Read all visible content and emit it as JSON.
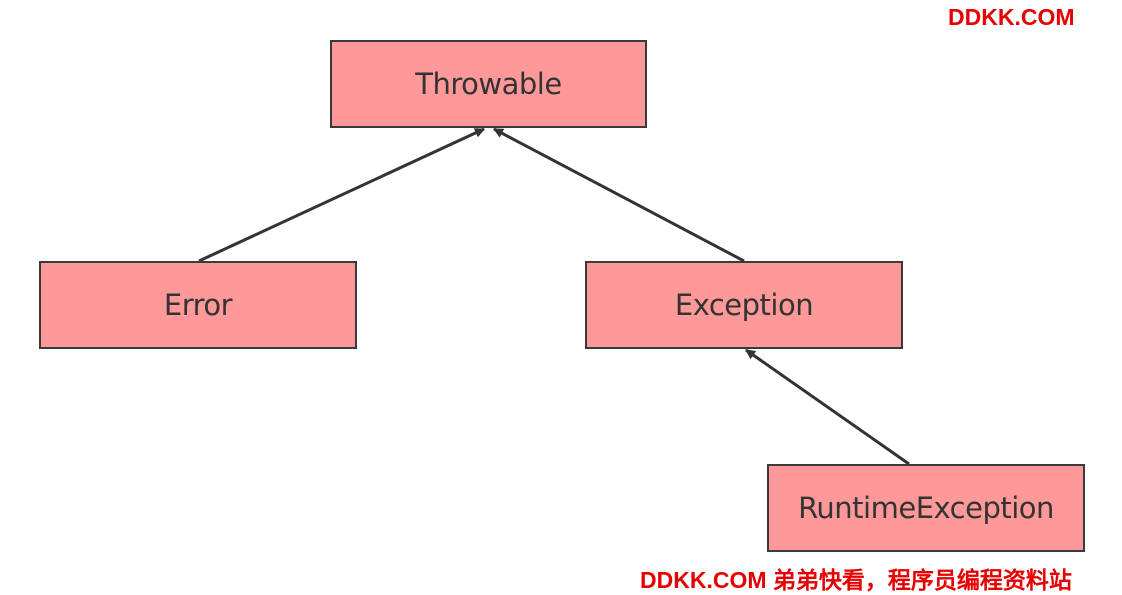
{
  "diagram": {
    "nodes": {
      "throwable": "Throwable",
      "error": "Error",
      "exception": "Exception",
      "runtime_exception": "RuntimeException"
    },
    "colors": {
      "node_fill": "#ff9999",
      "node_border": "#3a3a3a",
      "edge": "#333333",
      "text": "#333333",
      "watermark": "#e60000"
    }
  },
  "watermark": {
    "top": "DDKK.COM",
    "bottom": "DDKK.COM 弟弟快看，程序员编程资料站"
  }
}
